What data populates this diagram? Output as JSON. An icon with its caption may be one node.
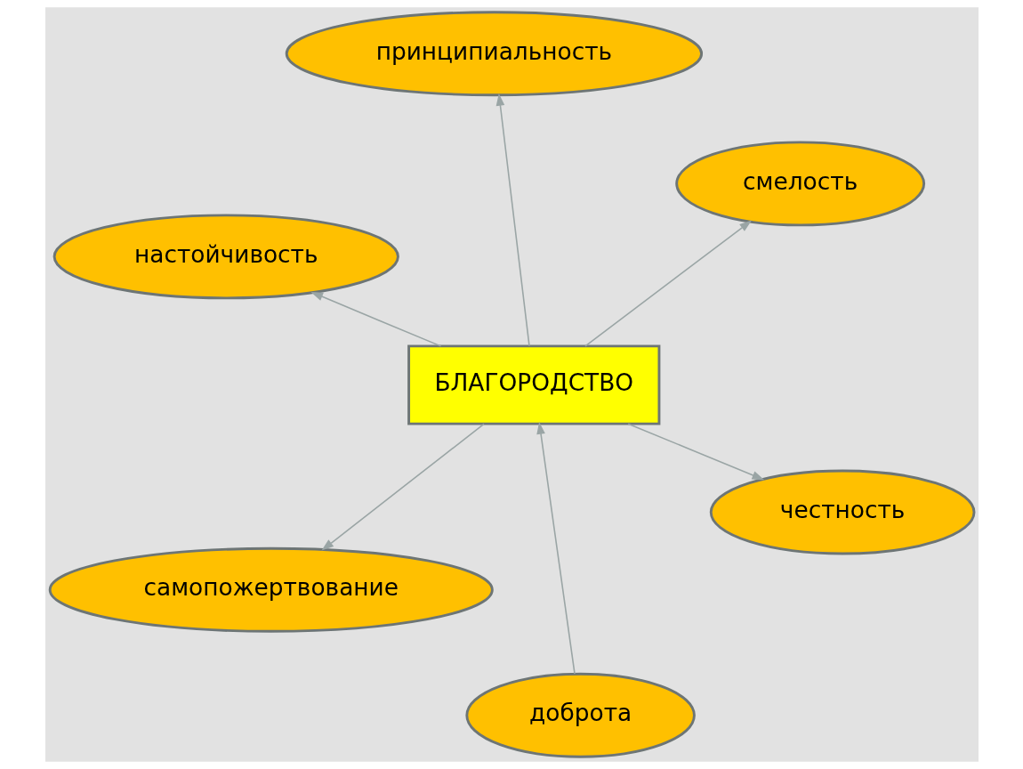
{
  "diagram": {
    "nodes": [
      {
        "text": [
          "настойчивость"
        ]
      },
      {
        "text": [
          "честность"
        ]
      },
      {
        "text": [
          "доброта"
        ]
      },
      {
        "text": [
          "БЛАГОРОДСТВО"
        ]
      },
      {
        "text": [
          "смелость"
        ]
      },
      {
        "text": [
          "принципиальность"
        ]
      },
      {
        "text": [
          "самопожертвование"
        ]
      }
    ],
    "edges": [
      {
        "from": 3,
        "to": 0,
        "arrow": "to"
      },
      {
        "from": 3,
        "to": 1,
        "arrow": "to"
      },
      {
        "from": 2,
        "to": 3,
        "arrow": "to"
      },
      {
        "from": 3,
        "to": 4,
        "arrow": "to"
      },
      {
        "from": 3,
        "to": 5,
        "arrow": "to"
      },
      {
        "from": 3,
        "to": 6,
        "arrow": "to"
      }
    ]
  }
}
